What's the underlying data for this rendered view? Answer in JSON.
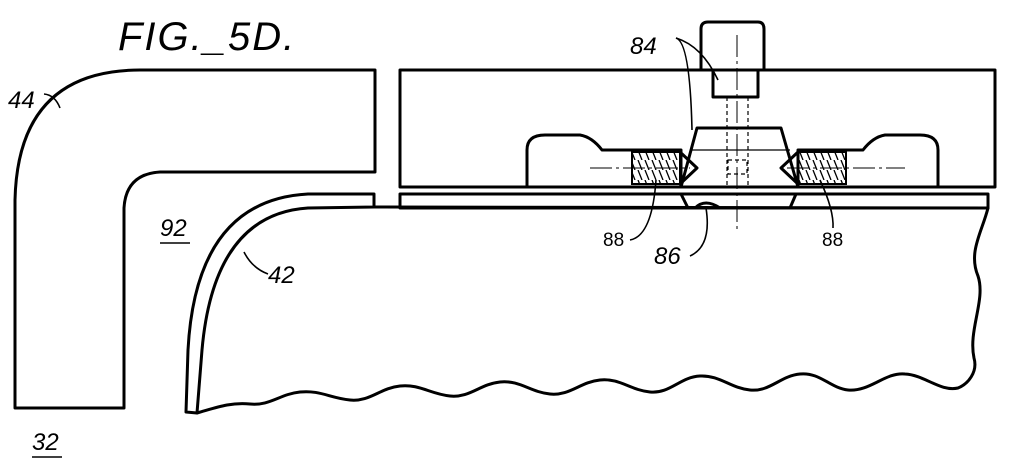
{
  "figure": {
    "title": "FIG._5D.",
    "labels": {
      "shroud": "44",
      "cavity": "92",
      "lip": "42",
      "base": "32",
      "fastener": "84",
      "weld": "86",
      "screw_left": "88",
      "screw_right": "88"
    }
  }
}
